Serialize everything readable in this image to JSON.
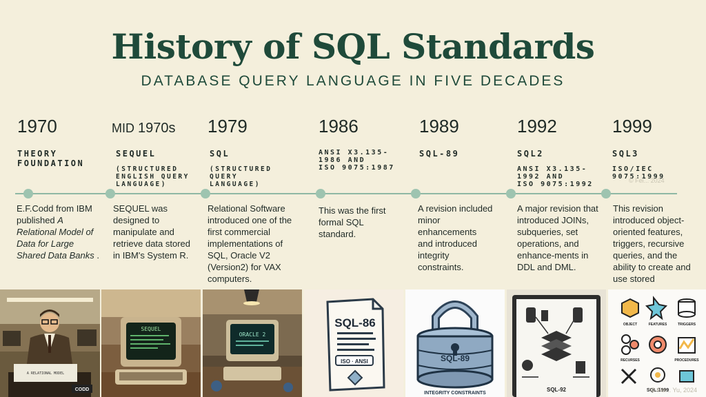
{
  "header": {
    "title": "History of SQL Standards",
    "subtitle": "DATABASE QUERY LANGUAGE IN FIVE DECADES"
  },
  "milestones": [
    {
      "year": "1970",
      "event": "THEORY\nFOUNDATION",
      "sub": "",
      "desc_a": "E.F.Codd from IBM published ",
      "desc_i": "A Relational Model of Data for Large Shared Data Banks",
      "desc_b": " ."
    },
    {
      "year_pre": "MID ",
      "year": "1970s",
      "event": "SEQUEL",
      "sub": "(STRUCTURED\nENGLISH QUERY\nLANGUAGE)",
      "desc": "SEQUEL was designed to manipulate and retrieve data stored in IBM's System R."
    },
    {
      "year": "1979",
      "event": "SQL",
      "sub": "(STRUCTURED\nQUERY\nLANGUAGE)",
      "desc": "Relational Software introduced one of the first commercial implementations of SQL, Oracle V2 (Version2) for VAX computers."
    },
    {
      "year": "1986",
      "event": "ANSI X3.135-\n1986 AND\nISO 9075:1987",
      "sub": "",
      "desc": "This was the first formal SQL standard."
    },
    {
      "year": "1989",
      "event": "SQL-89",
      "sub": "",
      "desc": "A revision included minor enhancements and introduced integrity constraints."
    },
    {
      "year": "1992",
      "event": "SQL2",
      "sub": "ANSI X3.135-\n1992 AND\nISO 9075:1992",
      "desc": "A major revision that introduced JOINs, subqueries, set operations, and enhance-ments in DDL and DML."
    },
    {
      "year": "1999",
      "event": "SQL3",
      "sub": "ISO/IEC\n9075:1999",
      "desc": "This revision introduced object-oriented features, triggers, recursive queries, and the ability to create and use stored"
    }
  ],
  "watermarks": {
    "mid": "© Fei... 2024",
    "bottom": "© Fei... Yu, 2024"
  },
  "images": {
    "codd_sign": "CODD",
    "codd_paper": "A RELATIONAL MODEL",
    "sequel_screen": "SEQUEL",
    "oracle_screen": "ORACLE 2",
    "sql86_label": "SQL-86",
    "sql86_tag": "ISO · ANSI",
    "sql89_label": "SQL-89",
    "sql89_caption": "INTEGRITY CONSTRAINTS",
    "sql92_label": "SQL-92",
    "sql1999_label": "SQL:1999",
    "sql1999_icons": [
      "OBJECT",
      "FEATURES",
      "TRIGGERS",
      "RECURSES",
      "PROCEDURES"
    ]
  }
}
